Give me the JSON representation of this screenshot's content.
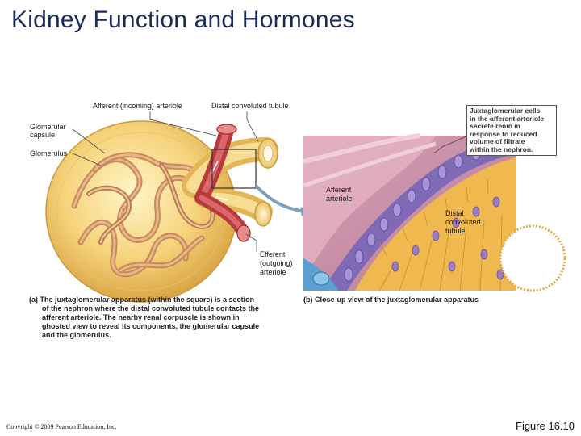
{
  "slide": {
    "title": "Kidney Function and Hormones",
    "copyright": "Copyright © 2009 Pearson Education, Inc.",
    "figure": "Figure 16.10"
  },
  "diagram_a": {
    "labels": {
      "afferent": "Afferent (incoming) arteriole",
      "distal": "Distal convoluted tubule",
      "glomerular_capsule_1": "Glomerular",
      "glomerular_capsule_2": "capsule",
      "glomerulus": "Glomerulus",
      "efferent_1": "Efferent",
      "efferent_2": "(outgoing)",
      "efferent_3": "arteriole"
    },
    "caption_1": "(a) The juxtaglomerular apparatus (within the square) is a section",
    "caption_2": "of the nephron where the distal convoluted tubule contacts the",
    "caption_3": "afferent arteriole. The nearby renal corpuscle is shown in",
    "caption_4": "ghosted view to reveal its components, the glomerular capsule",
    "caption_5": "and the glomerulus."
  },
  "diagram_b": {
    "labels": {
      "afferent_1": "Afferent",
      "afferent_2": "arteriole",
      "distal_1": "Distal",
      "distal_2": "convoluted",
      "distal_3": "tubule"
    },
    "callout": [
      "Juxtaglomerular cells",
      "in the afferent arteriole",
      "secrete renin in",
      "response to reduced",
      "volume of filtrate",
      "within the nephron."
    ],
    "caption": "(b) Close-up view of the juxtaglomerular apparatus"
  }
}
